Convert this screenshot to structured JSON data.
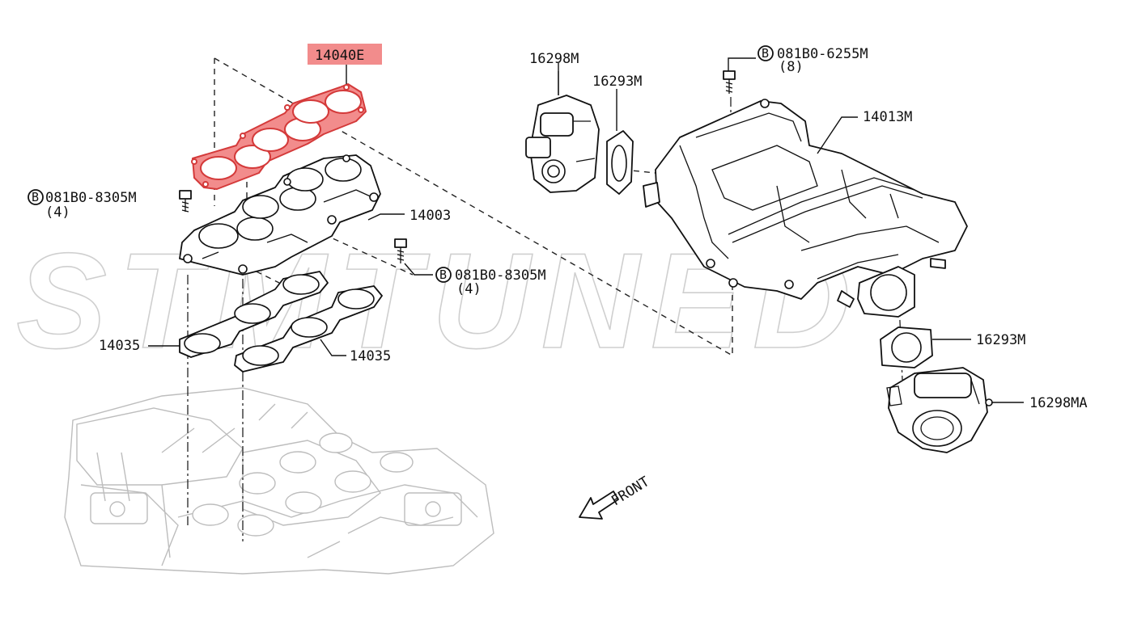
{
  "watermark": "STMTUNED",
  "highlight_color": "#f28c8c",
  "labels": {
    "p14040e": "14040E",
    "p16298m": "16298M",
    "p16293m_top": "16293M",
    "p14013m": "14013M",
    "p14003": "14003",
    "p14035_left": "14035",
    "p14035_right": "14035",
    "p16293m_lower": "16293M",
    "p16298ma": "16298MA",
    "bolt_b_symbol": "B",
    "bolt_left_code": "081B0-8305M",
    "bolt_left_qty": "(4)",
    "bolt_mid_code": "081B0-8305M",
    "bolt_mid_qty": "(4)",
    "bolt_top_code": "081B0-6255M",
    "bolt_top_qty": "(8)",
    "front": "FRONT"
  }
}
